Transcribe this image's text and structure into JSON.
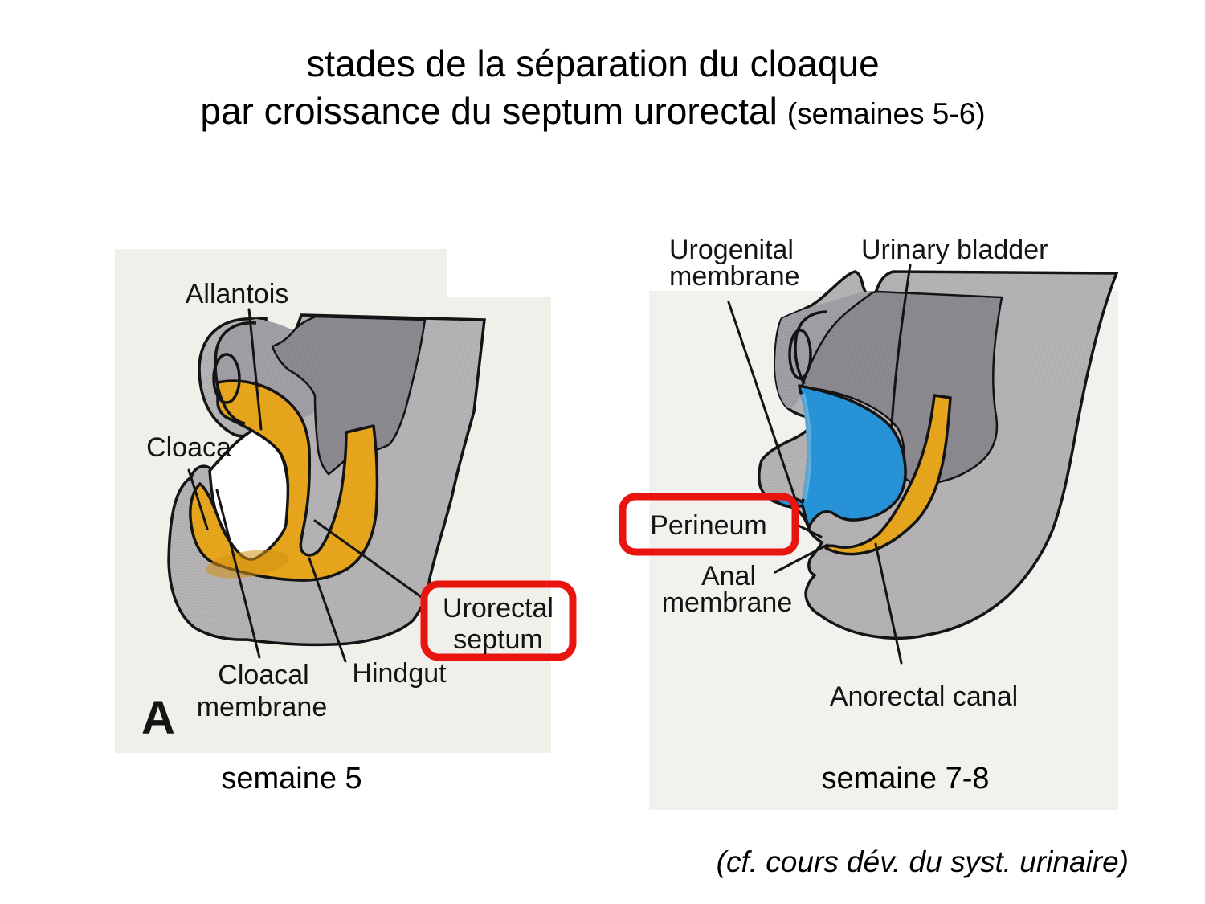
{
  "slide": {
    "title": {
      "line1": "stades de la séparation du cloaque",
      "line2": "par croissance du septum urorectal",
      "line2_suffix": "(semaines 5-6)"
    },
    "footnote": "(cf. cours dév. du syst. urinaire)"
  },
  "figure_left": {
    "panel_letter": "A",
    "caption": "semaine 5",
    "labels": {
      "allantois": "Allantois",
      "cloaca": "Cloaca",
      "cloacal_membrane_1": "Cloacal",
      "cloacal_membrane_2": "membrane",
      "hindgut": "Hindgut",
      "urorectal_septum_1": "Urorectal",
      "urorectal_septum_2": "septum"
    }
  },
  "figure_right": {
    "caption": "semaine 7-8",
    "labels": {
      "urogenital_membrane_1": "Urogenital",
      "urogenital_membrane_2": "membrane",
      "urinary_bladder": "Urinary bladder",
      "perineum": "Perineum",
      "anal_membrane_1": "Anal",
      "anal_membrane_2": "membrane",
      "anorectal_canal": "Anorectal canal"
    }
  },
  "colors": {
    "highlight_box_red": "#e8150f",
    "gut_orange": "#e8a71f",
    "urogenital_blue": "#2892d6",
    "body_gray": "#b7b5b6",
    "inner_gray": "#8e8c92",
    "scan_paper": "#f1efea"
  }
}
